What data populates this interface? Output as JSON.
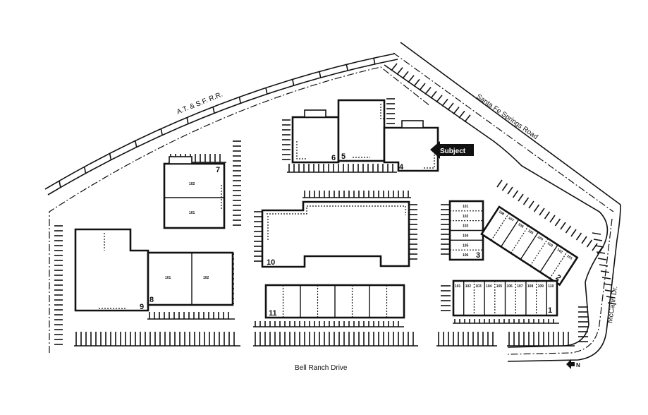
{
  "labels": {
    "railroad": "A.T. & S.F. R.R.",
    "santa_fe_road": "Santa Fe Springs Road",
    "bell_ranch": "Bell Ranch Drive",
    "mccann": "McCann Dr.",
    "subject": "Subject",
    "north": "N"
  },
  "buildings": {
    "b1": {
      "number": "1",
      "units": [
        "101",
        "102",
        "103",
        "104",
        "105",
        "106",
        "107",
        "108",
        "109",
        "110"
      ]
    },
    "b2": {
      "number": "2",
      "units": [
        "108",
        "107",
        "106",
        "105",
        "104",
        "103",
        "102",
        "101"
      ]
    },
    "b3": {
      "number": "3",
      "units": [
        "101",
        "102",
        "103",
        "104",
        "105",
        "106"
      ]
    },
    "b4": {
      "number": "4"
    },
    "b5": {
      "number": "5"
    },
    "b6": {
      "number": "6"
    },
    "b7": {
      "number": "7",
      "units": [
        "102",
        "101"
      ]
    },
    "b8": {
      "number": "8",
      "units": [
        "101",
        "102"
      ]
    },
    "b9": {
      "number": "9"
    },
    "b10": {
      "number": "10"
    },
    "b11": {
      "number": "11"
    }
  }
}
